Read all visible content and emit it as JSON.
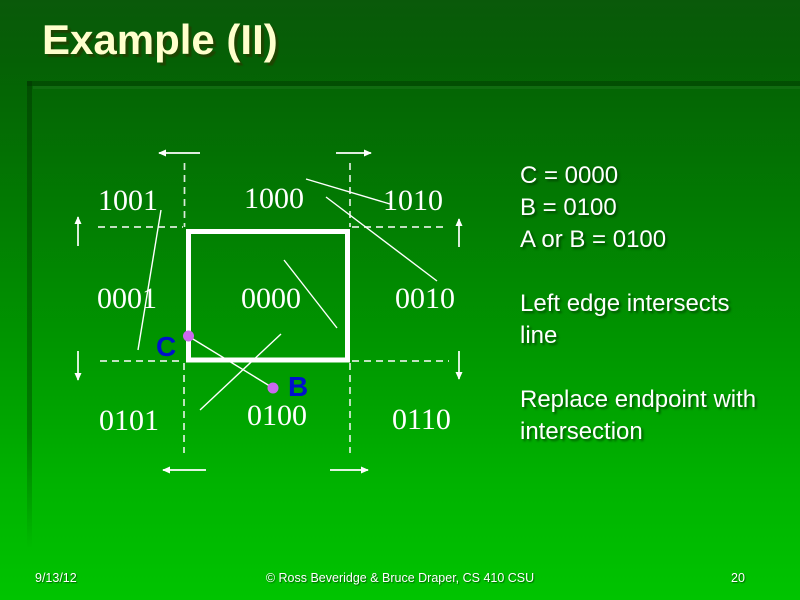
{
  "slide": {
    "title": "Example (II)"
  },
  "figure": {
    "region_codes": [
      "1001",
      "1000",
      "1010",
      "0001",
      "0000",
      "0010",
      "0101",
      "0100",
      "0110"
    ],
    "point_labels": [
      "C",
      "B"
    ]
  },
  "notes": {
    "lines": [
      "C = 0000",
      "B = 0100",
      "A or B = 0100",
      "",
      "Left edge intersects",
      "line",
      "",
      "Replace endpoint with",
      "intersection"
    ]
  },
  "footer": {
    "date": "9/13/12",
    "copyright": "© Ross Beveridge & Bruce Draper, CS 410 CSU",
    "page_number": "20"
  },
  "colors": {
    "title_yellow": "#ffffcc",
    "text_white": "#ffffff",
    "point_label_blue": "#0010cc",
    "point_fill_violet": "#cb68ef",
    "background_top_green": "#0a590a",
    "background_bottom_green": "#00c400"
  }
}
